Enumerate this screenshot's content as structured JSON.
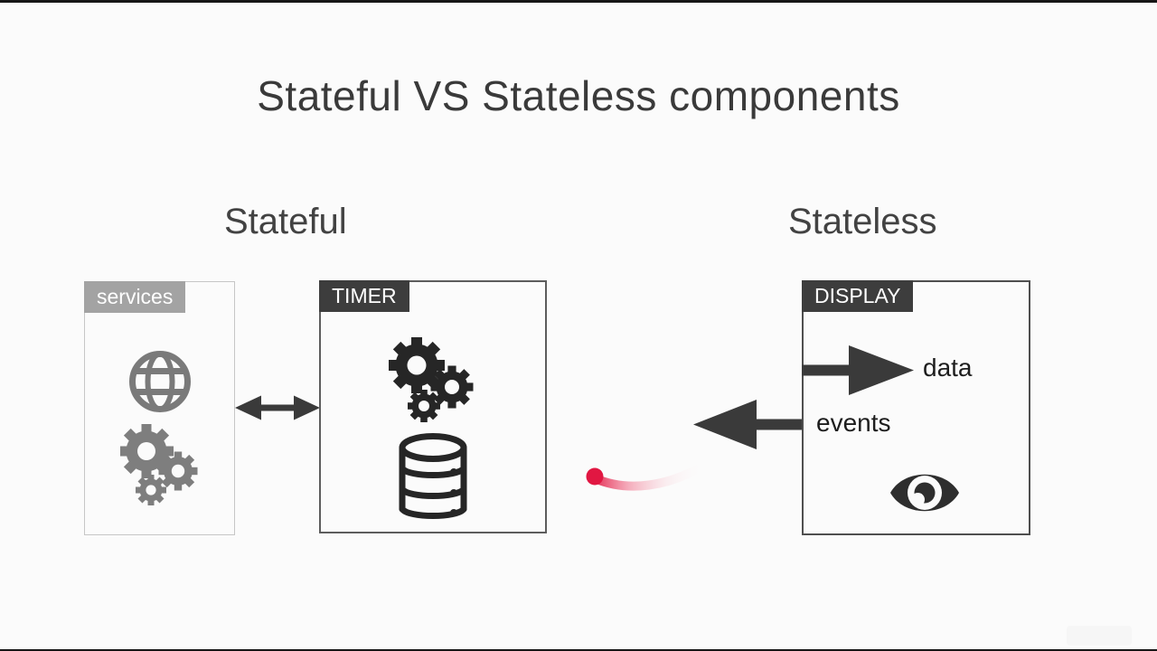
{
  "slide": {
    "title": "Stateful VS Stateless components",
    "sections": {
      "left": "Stateful",
      "right": "Stateless"
    },
    "services_box": {
      "header": "services",
      "icons": [
        "globe-icon",
        "gears-icon"
      ]
    },
    "timer_box": {
      "header": "TIMER",
      "icons": [
        "gears-icon",
        "database-icon"
      ]
    },
    "display_box": {
      "header": "DISPLAY",
      "data_label": "data",
      "events_label": "events",
      "icons": [
        "arrow-right-icon",
        "arrow-left-icon",
        "eye-icon"
      ]
    },
    "connectors": {
      "services_timer": "bidirectional-arrow"
    },
    "pointer": {
      "type": "laser-pointer-trail",
      "color": "#e11742"
    },
    "colors": {
      "background": "#fbfbfb",
      "title_text": "#3a3a3a",
      "header_gray": "#a3a3a3",
      "header_dark": "#3d3d3d",
      "icon_gray": "#7a7a7a",
      "icon_dark": "#262626",
      "arrow_dark": "#3a3a3a",
      "accent_red": "#e11742"
    }
  }
}
